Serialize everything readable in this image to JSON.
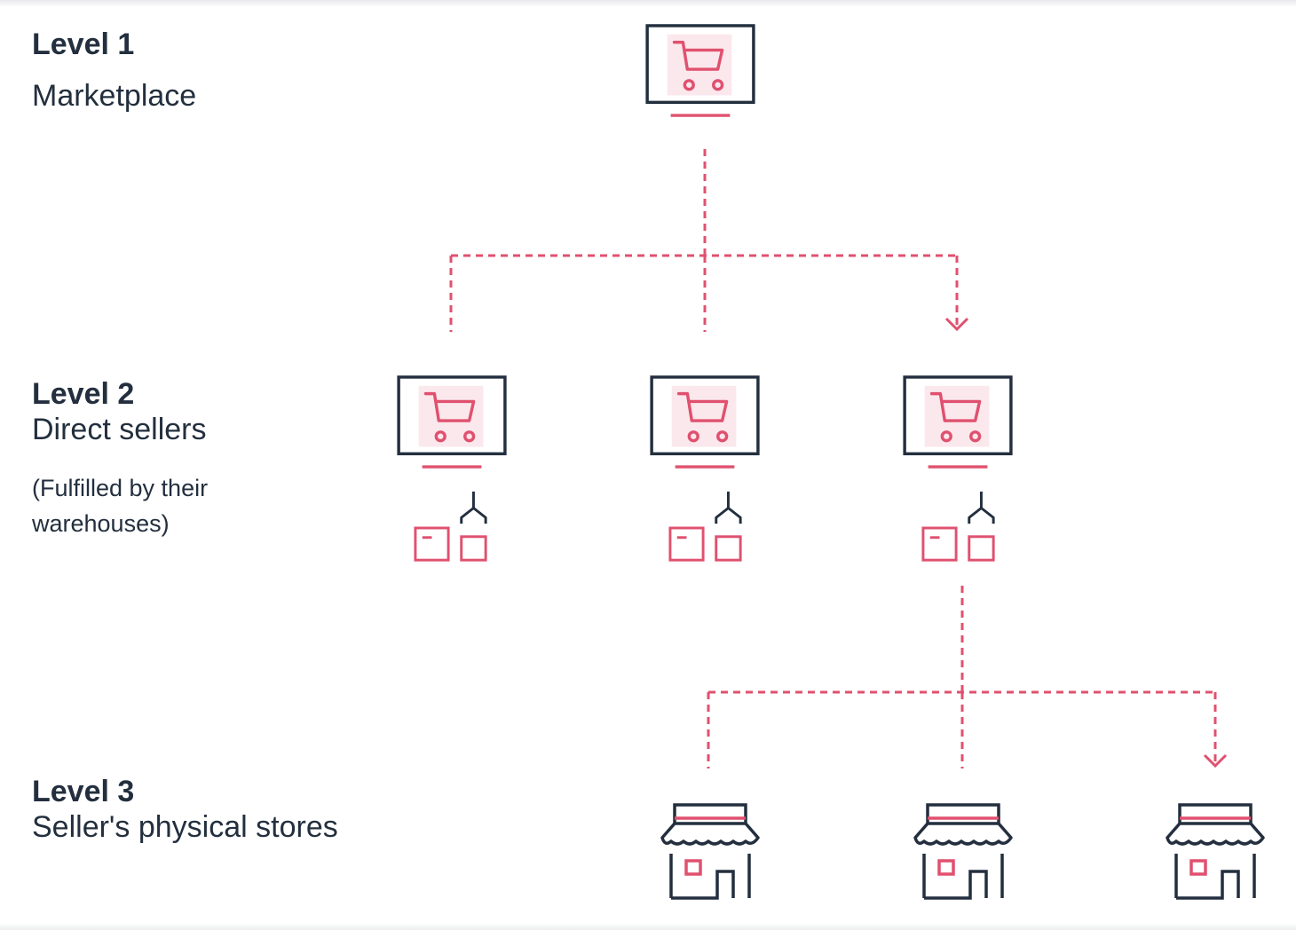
{
  "levels": [
    {
      "title": "Level 1",
      "description": "Marketplace"
    },
    {
      "title": "Level 2",
      "description": "Direct sellers",
      "note": "(Fulfilled by their warehouses)"
    },
    {
      "title": "Level 3",
      "description": "Seller's physical stores"
    }
  ],
  "nodes": {
    "marketplace": {
      "icon": "shopping-cart-monitor-icon"
    },
    "direct_sellers": {
      "count": 3,
      "icon": "shopping-cart-monitor-icon",
      "warehouse_icon": "warehouse-boxes-icon"
    },
    "physical_stores": {
      "count": 3,
      "icon": "storefront-icon"
    }
  },
  "colors": {
    "accent": "#e0516f",
    "accent_fill": "#fbe8ec",
    "dark": "#232f3e",
    "connector": "#e0516f"
  }
}
